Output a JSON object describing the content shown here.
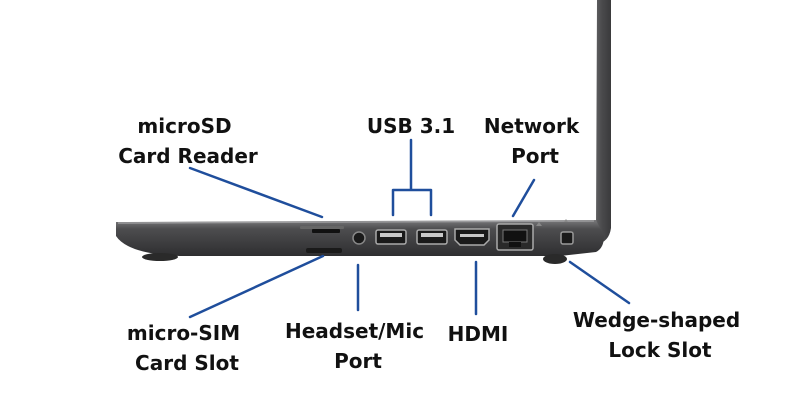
{
  "colors": {
    "leader_line": "#1f4e9c",
    "chassis_dark": "#3b3b3d",
    "chassis_mid": "#5a5a5c",
    "port_silver": "#c8c8c8"
  },
  "labels": {
    "microsd": [
      "microSD",
      "Card Reader"
    ],
    "usb": [
      "USB 3.1"
    ],
    "network": [
      "Network",
      "Port"
    ],
    "microsim": [
      "micro-SIM",
      "Card Slot"
    ],
    "headset": [
      "Headset/Mic",
      "Port"
    ],
    "hdmi": [
      "HDMI"
    ],
    "lock": [
      "Wedge-shaped",
      "Lock Slot"
    ]
  }
}
